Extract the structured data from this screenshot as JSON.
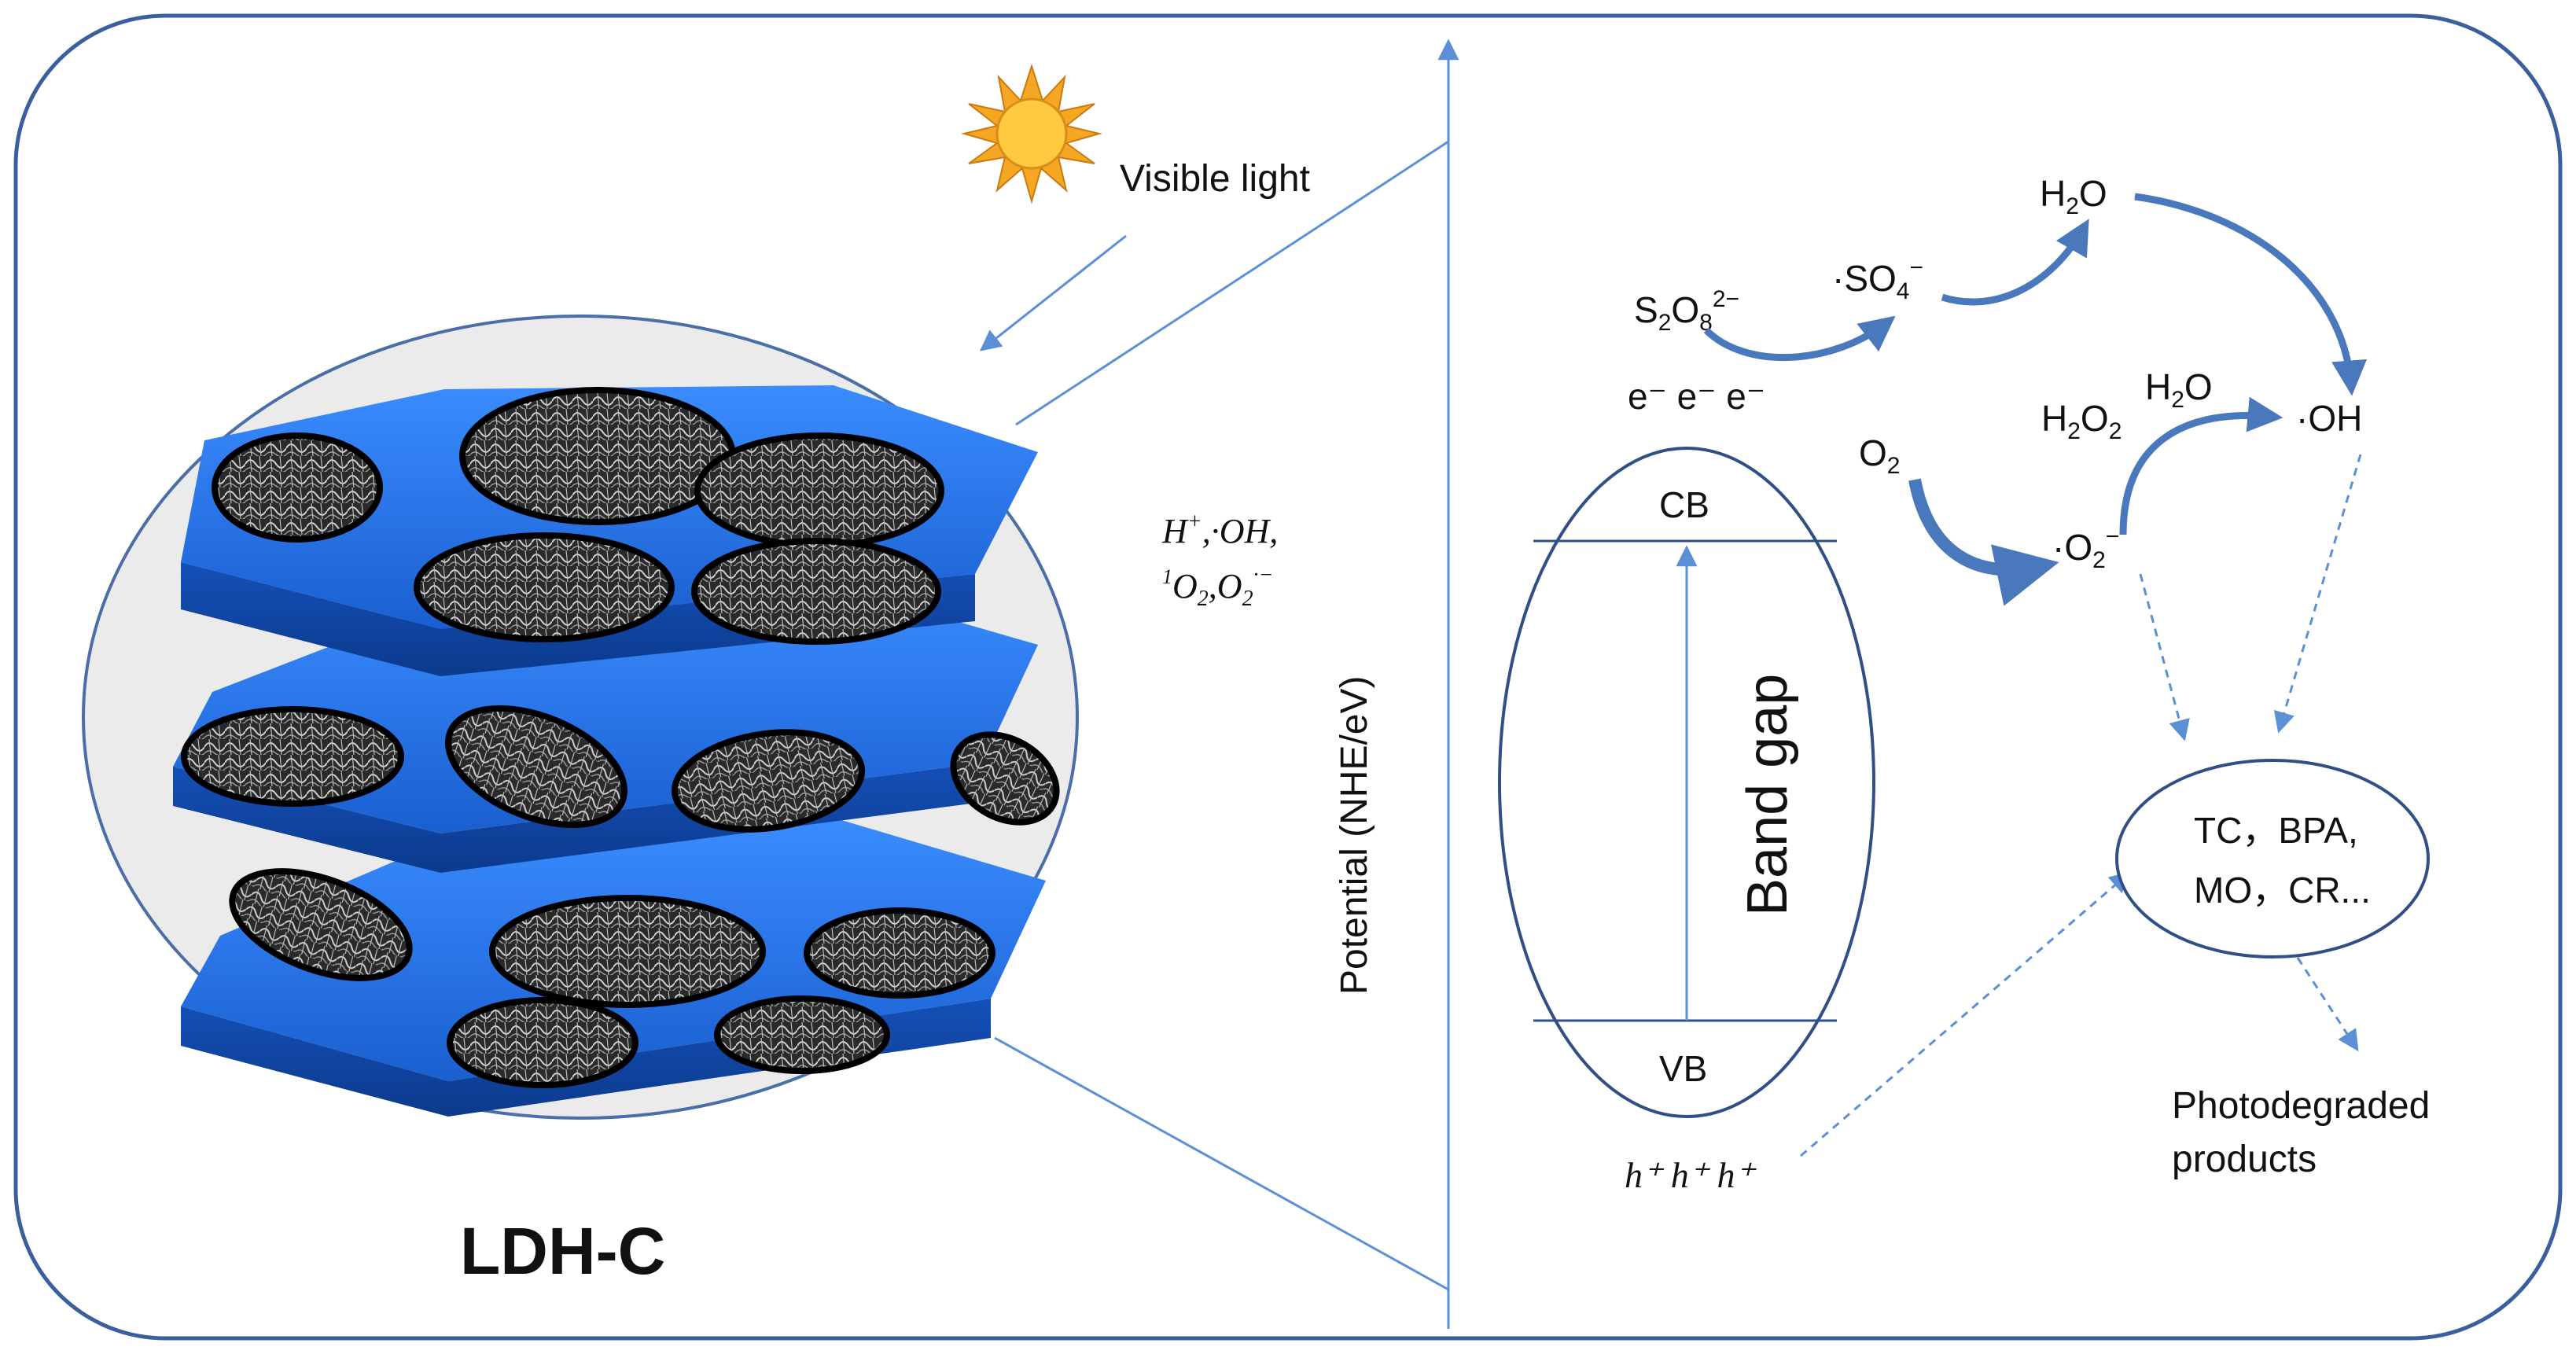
{
  "labels": {
    "visible_light": "Visible light",
    "radicals": {
      "h": "H",
      "h_sup": "+",
      "oh": ",·OH,",
      "o2_pre": "1",
      "o2a": "O",
      "o2a_sub": "2",
      "o2b": ",O",
      "o2b_sub": "2",
      "o2b_sup": "·−"
    },
    "material": "LDH-C",
    "axis": "Potential (NHE/eV)",
    "cb": "CB",
    "vb": "VB",
    "band_gap": "Band gap",
    "electrons": "e⁻ e⁻ e⁻",
    "holes": "h⁺ h⁺ h⁺",
    "s2o8": {
      "base": "S",
      "sub1": "2",
      "mid": "O",
      "sub2": "8",
      "sup": "2−"
    },
    "so4": {
      "base": "·SO",
      "sub": "4",
      "sup": "−"
    },
    "h2o_top": {
      "base": "H",
      "sub": "2",
      "tail": "O"
    },
    "o2": {
      "base": "O",
      "sub": "2"
    },
    "h2o2": {
      "base": "H",
      "sub1": "2",
      "mid": "O",
      "sub2": "2"
    },
    "h2o_mid": {
      "base": "H",
      "sub": "2",
      "tail": "O"
    },
    "oh": "·OH",
    "o2_rad": {
      "base": "·O",
      "sub": "2",
      "sup": "−"
    },
    "pollutants_line1": "TC，BPA,",
    "pollutants_line2": "MO，CR...",
    "products_line1": "Photodegraded",
    "products_line2": "products"
  },
  "colors": {
    "frame": "#3a5f9e",
    "line": "#5b8fd6",
    "arrow": "#4a78bc",
    "sun": "#f5a623",
    "platelet": "#1f6de0"
  }
}
